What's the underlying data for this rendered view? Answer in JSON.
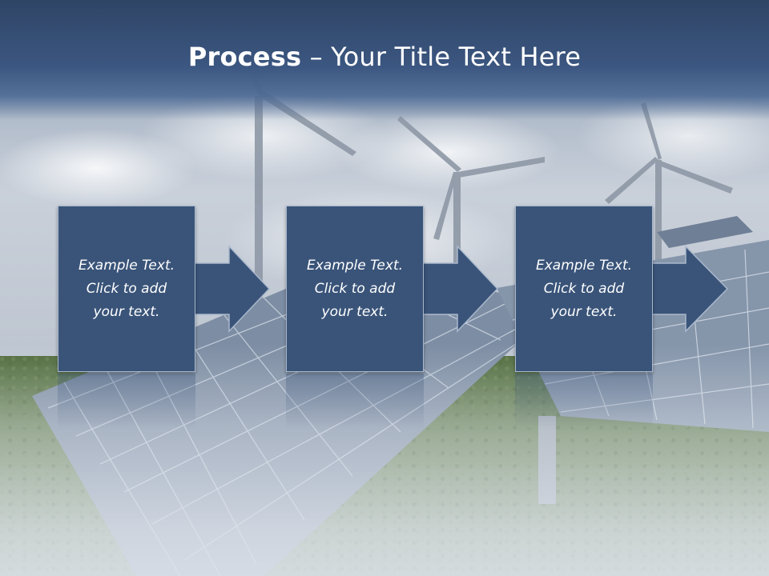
{
  "slide": {
    "title_bold": "Process",
    "title_rest": " – Your Title Text Here"
  },
  "steps": [
    {
      "line1": "Example Text.",
      "line2": "Click  to add",
      "line3": "your text."
    },
    {
      "line1": "Example Text.",
      "line2": "Click  to add",
      "line3": "your text."
    },
    {
      "line1": "Example Text.",
      "line2": "Click  to add",
      "line3": "your text."
    }
  ],
  "colors": {
    "header": "#3b5680",
    "box_fill": "#3a5479",
    "text": "#ffffff"
  }
}
